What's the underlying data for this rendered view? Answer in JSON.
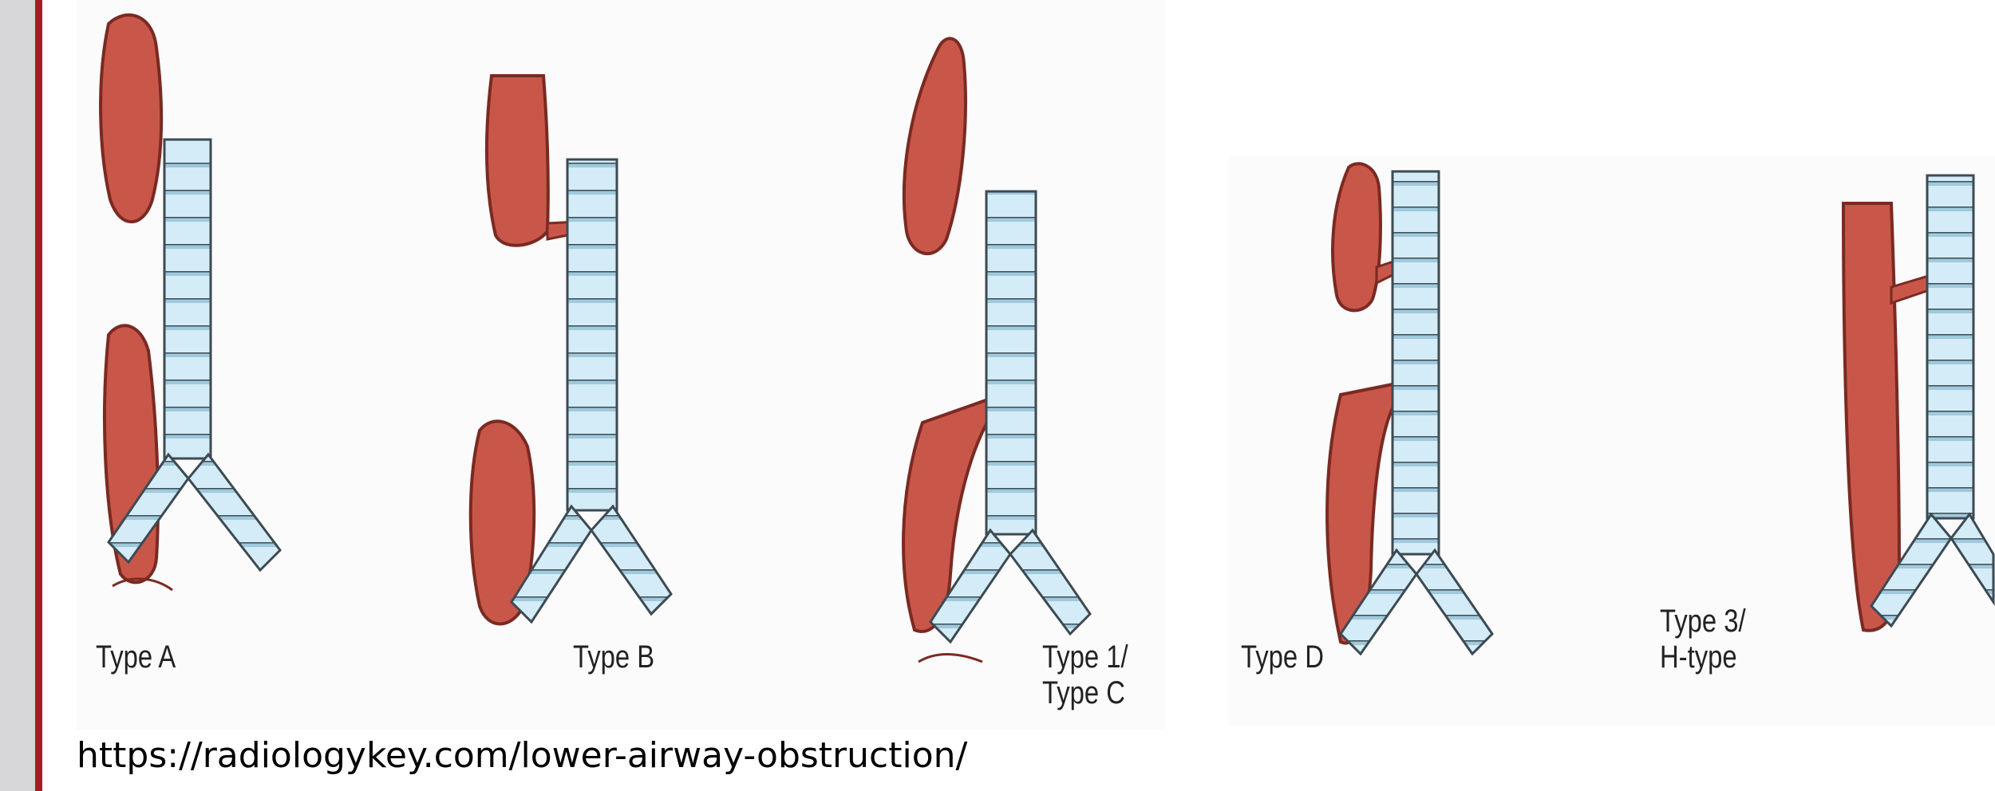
{
  "figure": {
    "labels": {
      "type_a": "Type A",
      "type_b": "Type B",
      "type_1_line1": "Type 1/",
      "type_1_line2": "Type C",
      "type_d": "Type D",
      "type_3_line1": "Type 3/",
      "type_3_line2": "H-type"
    },
    "source_url": "https://radiologykey.com/lower-airway-obstruction/"
  },
  "colors": {
    "esophagus_fill": "#c8574a",
    "esophagus_stroke": "#7a2a22",
    "trachea_fill": "#d3ecf7",
    "trachea_stroke": "#3d4a52",
    "sidebar_gray": "#d7d7d9",
    "sidebar_red": "#a51c22"
  }
}
